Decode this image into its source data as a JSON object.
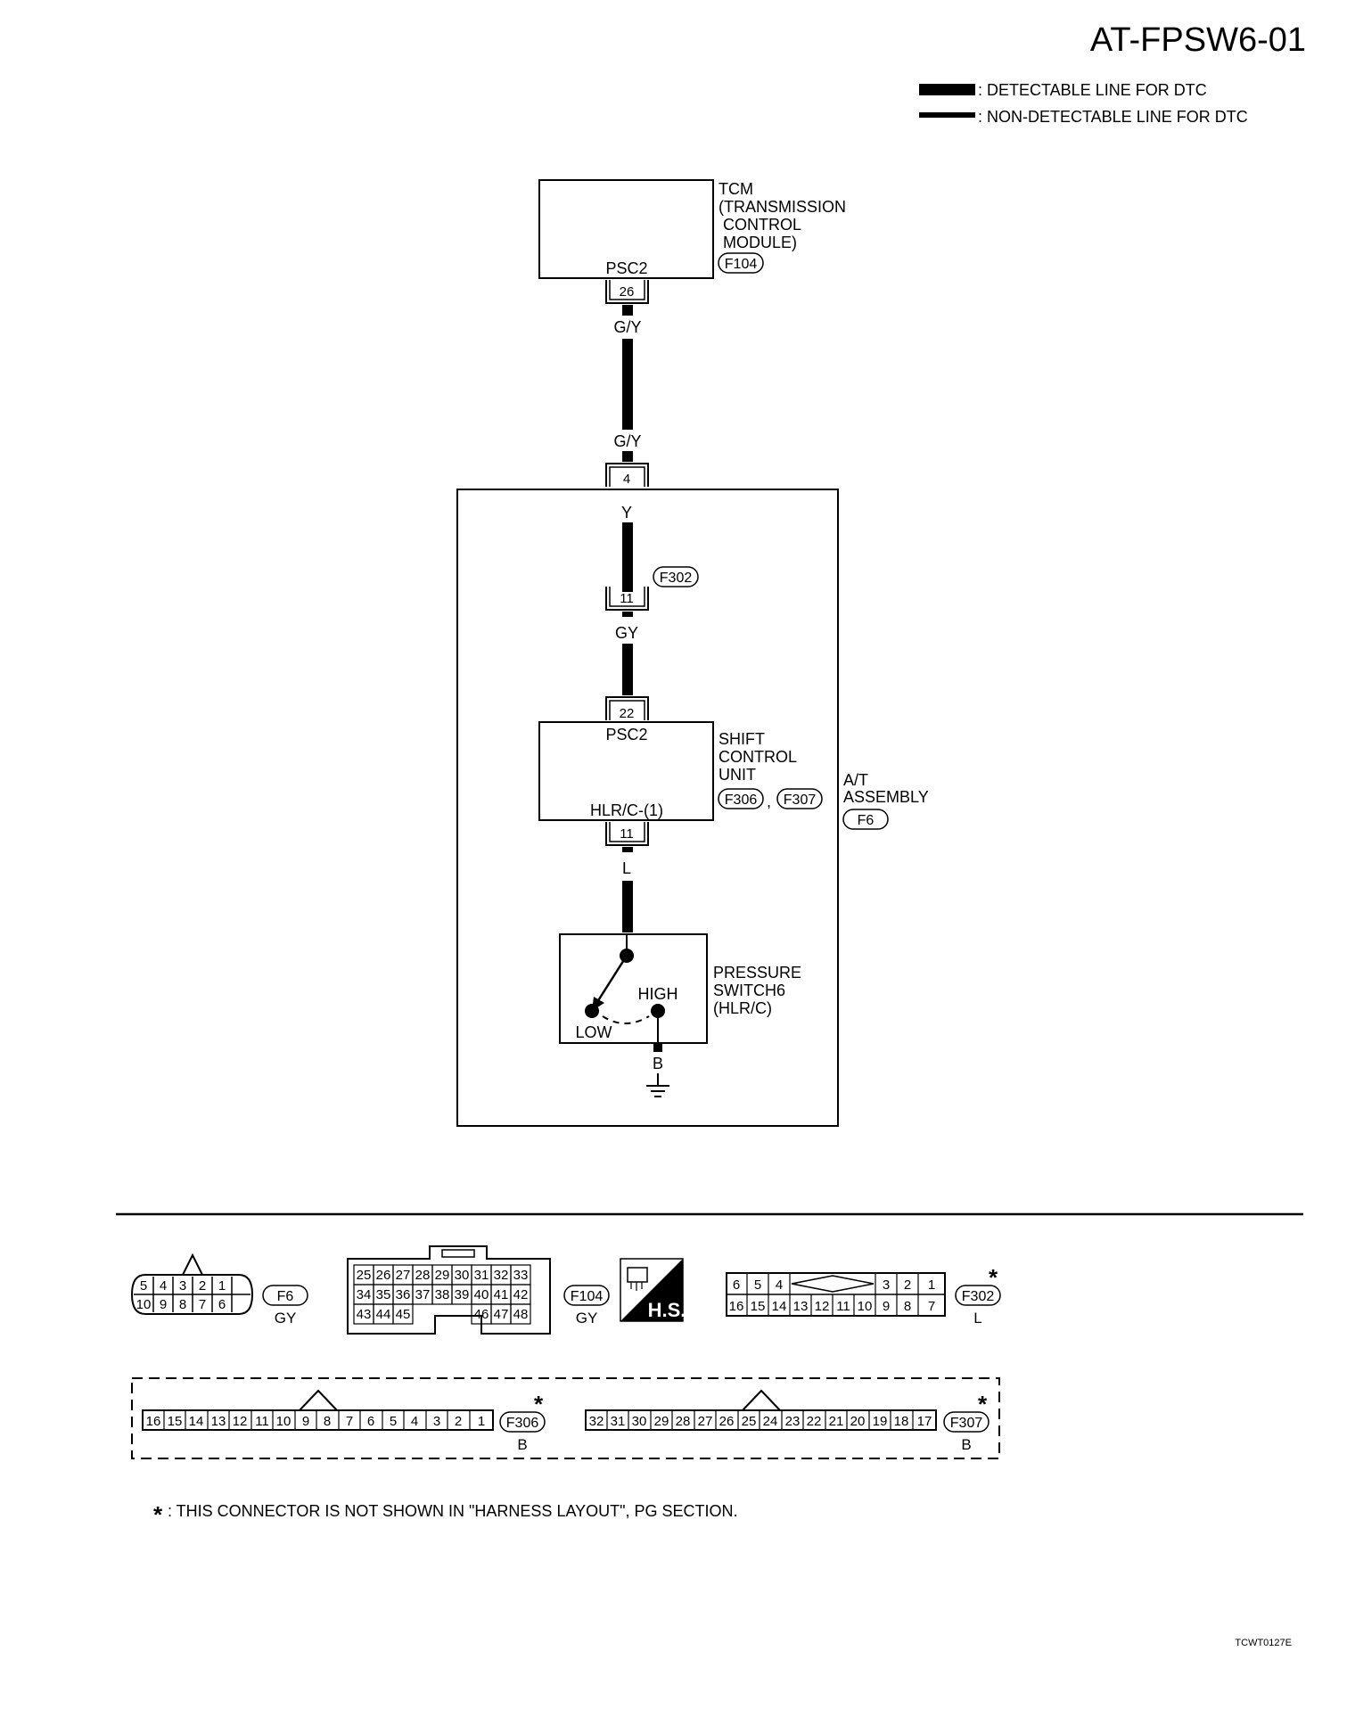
{
  "page_code": "AT-FPSW6-01",
  "legend": {
    "detectable": ": DETECTABLE LINE FOR DTC",
    "non_detectable": ": NON-DETECTABLE LINE FOR DTC"
  },
  "tcm": {
    "label_lines": [
      "TCM",
      "(TRANSMISSION",
      " CONTROL",
      " MODULE)"
    ],
    "connector": "F104",
    "terminal_name": "PSC2",
    "terminal": "26",
    "wire_top": "G/Y"
  },
  "harness_connector": {
    "wire_in": "G/Y",
    "terminal": "4",
    "wire_out": "Y"
  },
  "f302_link": {
    "connector": "F302",
    "terminal": "11",
    "wire_out": "GY"
  },
  "shift_control_unit": {
    "label_lines": [
      "SHIFT",
      "CONTROL",
      "UNIT"
    ],
    "connectors": [
      "F306",
      "F307"
    ],
    "comma": ",",
    "terminal_in": "22",
    "terminal_in_name": "PSC2",
    "terminal_out_name": "HLR/C-(1)",
    "terminal_out": "11",
    "wire_out": "L"
  },
  "at_assembly": {
    "label_lines": [
      "A/T",
      "ASSEMBLY"
    ],
    "connector": "F6"
  },
  "pressure_switch": {
    "label_lines": [
      "PRESSURE",
      "SWITCH6",
      "(HLR/C)"
    ],
    "high": "HIGH",
    "low": "LOW",
    "ground_wire": "B"
  },
  "connector_views": {
    "f6": {
      "id": "F6",
      "color": "GY",
      "rows": [
        [
          "5",
          "4",
          "3",
          "2",
          "1"
        ],
        [
          "10",
          "9",
          "8",
          "7",
          "6"
        ]
      ]
    },
    "f104": {
      "id": "F104",
      "color": "GY",
      "rows": [
        [
          "25",
          "26",
          "27",
          "28",
          "29",
          "30",
          "31",
          "32",
          "33"
        ],
        [
          "34",
          "35",
          "36",
          "37",
          "38",
          "39",
          "40",
          "41",
          "42"
        ],
        [
          "43",
          "44",
          "45",
          "46",
          "47",
          "48"
        ]
      ]
    },
    "hs_badge": "H.S.",
    "f302": {
      "id": "F302",
      "color": "L",
      "star": "*",
      "row1_left": [
        "6",
        "5",
        "4"
      ],
      "row1_right": [
        "3",
        "2",
        "1"
      ],
      "row2": [
        "16",
        "15",
        "14",
        "13",
        "12",
        "11",
        "10",
        "9",
        "8",
        "7"
      ]
    },
    "f306": {
      "id": "F306",
      "color": "B",
      "star": "*",
      "pins": [
        "16",
        "15",
        "14",
        "13",
        "12",
        "11",
        "10",
        "9",
        "8",
        "7",
        "6",
        "5",
        "4",
        "3",
        "2",
        "1"
      ]
    },
    "f307": {
      "id": "F307",
      "color": "B",
      "star": "*",
      "pins": [
        "32",
        "31",
        "30",
        "29",
        "28",
        "27",
        "26",
        "25",
        "24",
        "23",
        "22",
        "21",
        "20",
        "19",
        "18",
        "17"
      ]
    }
  },
  "footnote_star": "*",
  "footnote": ": THIS CONNECTOR IS NOT SHOWN IN \"HARNESS LAYOUT\", PG SECTION.",
  "figure_code": "TCWT0127E",
  "colors": {
    "ink": "#000000",
    "paper": "#ffffff"
  }
}
